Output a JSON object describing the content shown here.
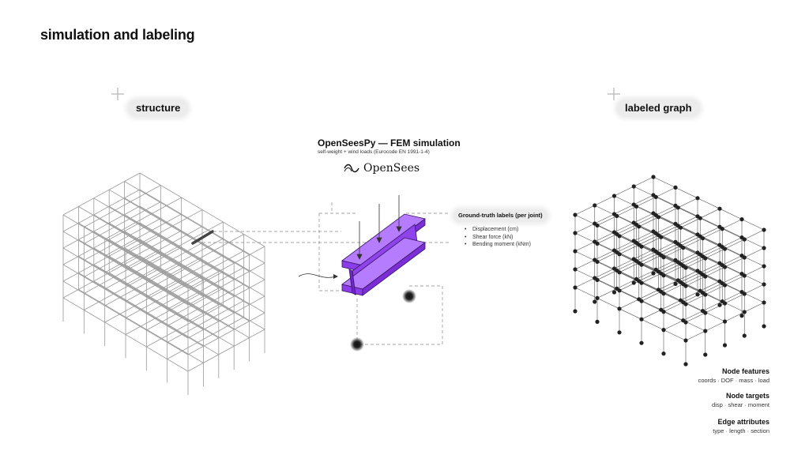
{
  "title": "simulation and labeling",
  "labels": {
    "structure": "structure",
    "graph": "labeled graph"
  },
  "fem": {
    "title": "OpenSeesPy — FEM simulation",
    "subtitle": "self-weight + wind loads (Eurocode EN 1991-1-4)",
    "logo_text": "OpenSees",
    "beam_color": "#9b45f5"
  },
  "ground_truth": {
    "title": "Ground-truth labels (per joint)",
    "items": [
      "Displacement (cm)",
      "Shear force (kN)",
      "Bending moment (kNm)"
    ]
  },
  "features": [
    {
      "title": "Node features",
      "detail": "coords · DOF · mass · load"
    },
    {
      "title": "Node targets",
      "detail": "disp · shear · moment"
    },
    {
      "title": "Edge attributes",
      "detail": "type · length · section"
    }
  ]
}
